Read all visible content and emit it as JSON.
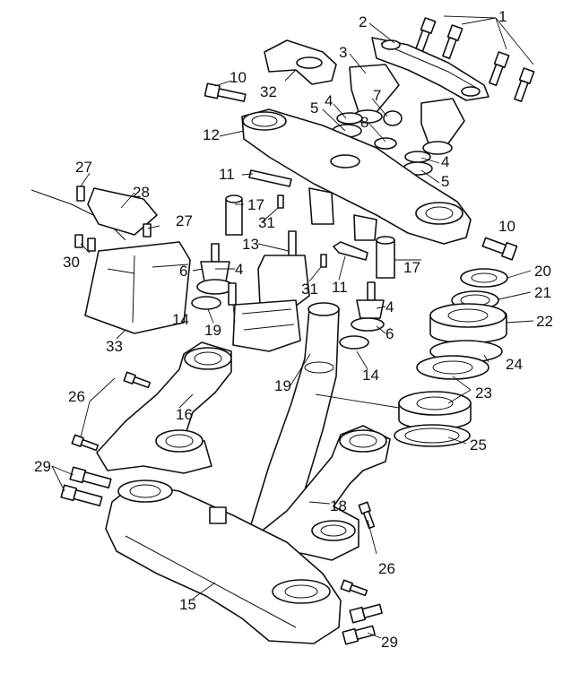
{
  "labels": {
    "p1": "1",
    "p2": "2",
    "p3": "3",
    "p4a": "4",
    "p4b": "4",
    "p4c": "4",
    "p4d": "4",
    "p5a": "5",
    "p5b": "5",
    "p6a": "6",
    "p6b": "6",
    "p7": "7",
    "p8": "8",
    "p10a": "10",
    "p10b": "10",
    "p11a": "11",
    "p11b": "11",
    "p12": "12",
    "p13": "13",
    "p14a": "14",
    "p14b": "14",
    "p15": "15",
    "p16": "16",
    "p17a": "17",
    "p17b": "17",
    "p18": "18",
    "p19a": "19",
    "p19b": "19",
    "p20": "20",
    "p21": "21",
    "p22": "22",
    "p23": "23",
    "p24": "24",
    "p25": "25",
    "p26a": "26",
    "p26b": "26",
    "p27a": "27",
    "p27b": "27",
    "p28": "28",
    "p29a": "29",
    "p29b": "29",
    "p30": "30",
    "p31a": "31",
    "p31b": "31",
    "p32": "32",
    "p33": "33"
  }
}
